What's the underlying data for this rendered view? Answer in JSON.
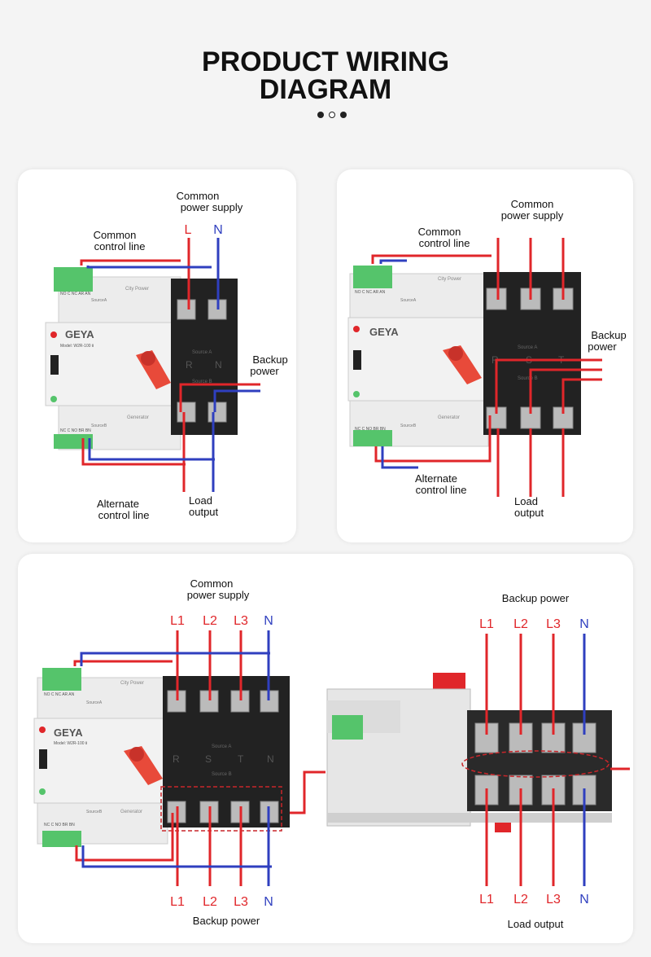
{
  "page": {
    "title_line1": "PRODUCT WIRING",
    "title_line2": "DIAGRAM"
  },
  "colors": {
    "red": "#e0262a",
    "blue": "#2f3fbf",
    "panel": "#ffffff",
    "switch_body": "#ececec",
    "terminal_block": "#222222",
    "handle": "#e84a3a",
    "connector": "#55c46b"
  },
  "device": {
    "brand": "GEYA",
    "model_2p": "Model: W2R-100 Ⅱ",
    "model_4p": "Model: W2R-100 Ⅱ",
    "city_power": "City Power",
    "generator": "Generator",
    "source_a": "SourceA",
    "source_b": "SourceB",
    "terminals_top": "NO C NC AR AN",
    "terminals_bottom": "NC C NO BR BN",
    "bus_source_a": "Source A",
    "bus_source_b": "Source B",
    "phase_2p": [
      "R",
      "N"
    ],
    "phase_3p": [
      "R",
      "S",
      "T"
    ],
    "phase_4p": [
      "R",
      "S",
      "T",
      "N"
    ]
  },
  "panel1": {
    "common_power_supply": [
      "Common",
      "power supply"
    ],
    "common_control_line": [
      "Common",
      "control line"
    ],
    "backup_power": [
      "Backup",
      "power"
    ],
    "alternate_control_line": [
      "Alternate",
      "control line"
    ],
    "load_output": [
      "Load",
      "output"
    ],
    "top_labels": [
      "L",
      "N"
    ]
  },
  "panel2": {
    "common_power_supply": [
      "Common",
      "power supply"
    ],
    "common_control_line": [
      "Common",
      "control line"
    ],
    "backup_power": [
      "Backup",
      "power"
    ],
    "alternate_control_line": [
      "Alternate",
      "control line"
    ],
    "load_output": [
      "Load",
      "output"
    ]
  },
  "panel3": {
    "common_power_supply": [
      "Common",
      "power supply"
    ],
    "top_labels": [
      "L1",
      "L2",
      "L3",
      "N"
    ],
    "bottom_labels": [
      "L1",
      "L2",
      "L3",
      "N"
    ],
    "bottom_caption": "Backup power"
  },
  "panel4": {
    "top_caption": "Backup power",
    "top_labels": [
      "L1",
      "L2",
      "L3",
      "N"
    ],
    "bottom_labels": [
      "L1",
      "L2",
      "L3",
      "N"
    ],
    "bottom_caption": "Load output"
  }
}
